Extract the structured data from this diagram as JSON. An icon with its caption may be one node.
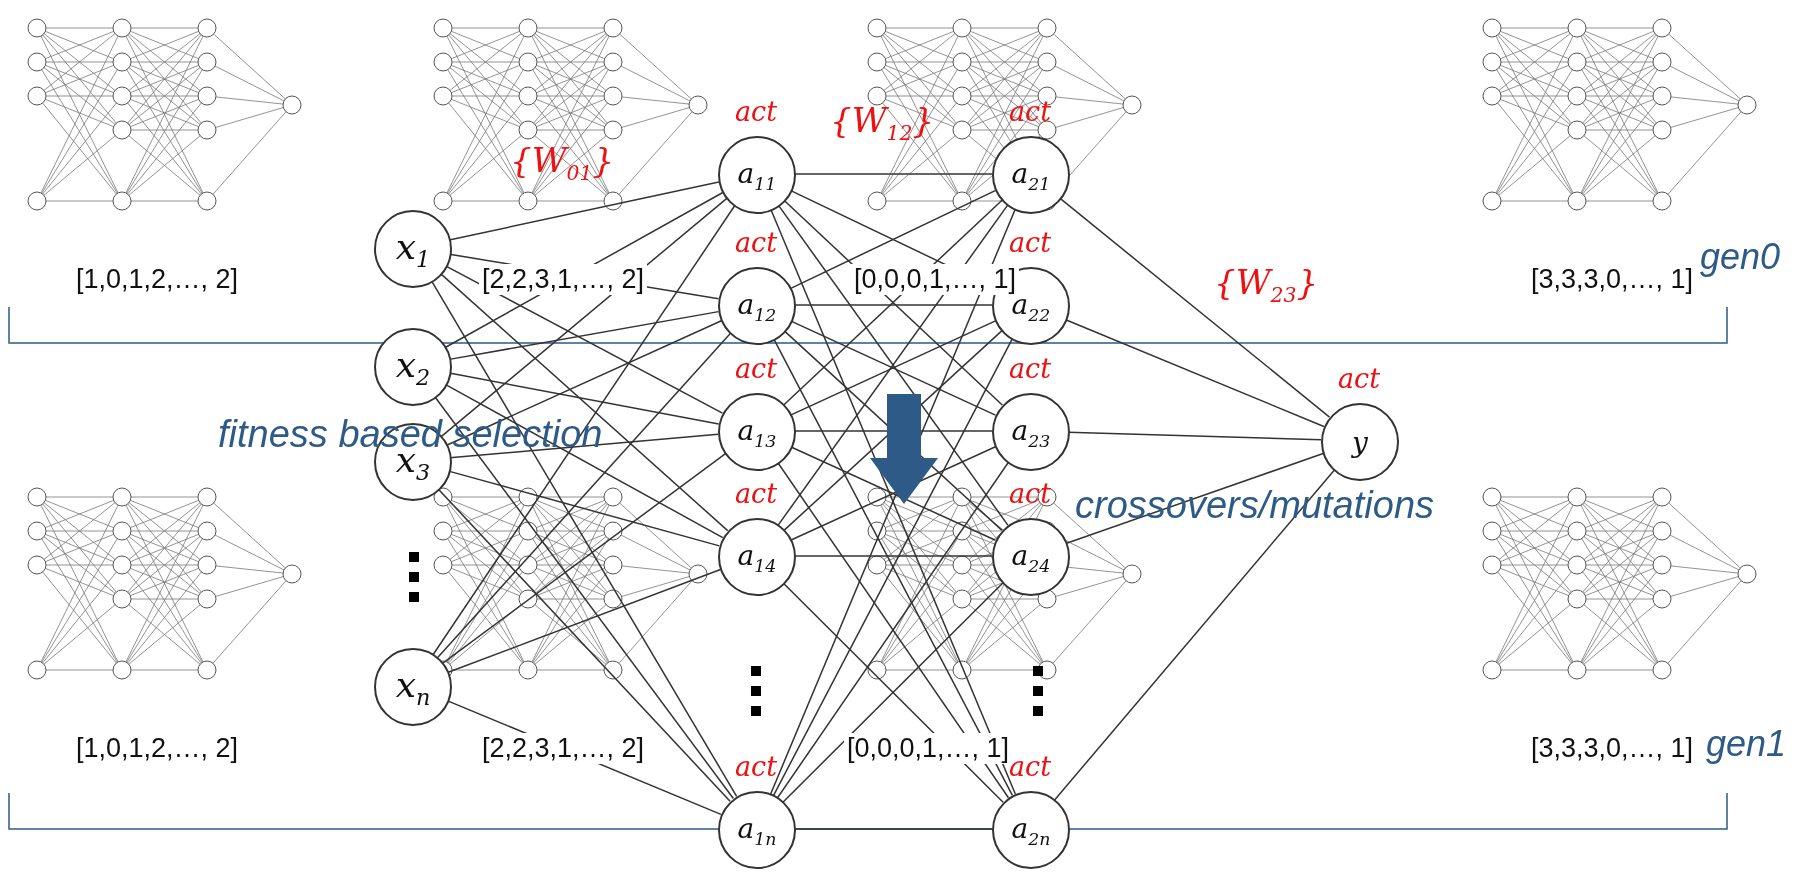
{
  "diagram": {
    "nodes": [
      {
        "text": [
          "x$_{1}$"
        ]
      },
      {
        "text": [
          "x$_{2}$"
        ]
      },
      {
        "text": [
          "x$_{3}$"
        ]
      },
      {
        "text": [
          "x$_{n}$"
        ]
      },
      {
        "text": [
          "a$_{11}$"
        ],
        "beside": [
          "act"
        ]
      },
      {
        "text": [
          "a$_{12}$"
        ],
        "beside": [
          "act"
        ]
      },
      {
        "text": [
          "a$_{13}$"
        ],
        "beside": [
          "act"
        ]
      },
      {
        "text": [
          "a$_{14}$"
        ],
        "beside": [
          "act"
        ]
      },
      {
        "text": [
          "a$_{1n}$"
        ],
        "beside": [
          "act"
        ]
      },
      {
        "text": [
          "a$_{21}$"
        ],
        "beside": [
          "act"
        ]
      },
      {
        "text": [
          "a$_{22}$"
        ],
        "beside": [
          "act"
        ]
      },
      {
        "text": [
          "a$_{23}$"
        ],
        "beside": [
          "act"
        ]
      },
      {
        "text": [
          "a$_{24}$"
        ],
        "beside": [
          "act"
        ]
      },
      {
        "text": [
          "a$_{2n}$"
        ],
        "beside": [
          "act"
        ]
      },
      {
        "text": [
          "y"
        ],
        "beside": [
          "act"
        ]
      }
    ],
    "edges": [
      {
        "from": 0,
        "to": 4,
        "arrow": "none"
      },
      {
        "from": 0,
        "to": 5,
        "arrow": "none"
      },
      {
        "from": 0,
        "to": 6,
        "arrow": "none"
      },
      {
        "from": 0,
        "to": 7,
        "arrow": "none"
      },
      {
        "from": 0,
        "to": 8,
        "arrow": "none"
      },
      {
        "from": 1,
        "to": 4,
        "arrow": "none"
      },
      {
        "from": 1,
        "to": 5,
        "arrow": "none"
      },
      {
        "from": 1,
        "to": 6,
        "arrow": "none"
      },
      {
        "from": 1,
        "to": 7,
        "arrow": "none"
      },
      {
        "from": 1,
        "to": 8,
        "arrow": "none"
      },
      {
        "from": 2,
        "to": 4,
        "arrow": "none"
      },
      {
        "from": 2,
        "to": 5,
        "arrow": "none"
      },
      {
        "from": 2,
        "to": 6,
        "arrow": "none"
      },
      {
        "from": 2,
        "to": 7,
        "arrow": "none"
      },
      {
        "from": 2,
        "to": 8,
        "arrow": "none"
      },
      {
        "from": 3,
        "to": 4,
        "arrow": "none"
      },
      {
        "from": 3,
        "to": 5,
        "arrow": "none"
      },
      {
        "from": 3,
        "to": 6,
        "arrow": "none"
      },
      {
        "from": 3,
        "to": 7,
        "arrow": "none"
      },
      {
        "from": 3,
        "to": 8,
        "arrow": "none"
      },
      {
        "from": 4,
        "to": 9,
        "arrow": "none"
      },
      {
        "from": 4,
        "to": 10,
        "arrow": "none"
      },
      {
        "from": 4,
        "to": 11,
        "arrow": "none"
      },
      {
        "from": 4,
        "to": 12,
        "arrow": "none"
      },
      {
        "from": 4,
        "to": 13,
        "arrow": "none"
      },
      {
        "from": 5,
        "to": 9,
        "arrow": "none"
      },
      {
        "from": 5,
        "to": 10,
        "arrow": "none"
      },
      {
        "from": 5,
        "to": 11,
        "arrow": "none"
      },
      {
        "from": 5,
        "to": 12,
        "arrow": "none"
      },
      {
        "from": 5,
        "to": 13,
        "arrow": "none"
      },
      {
        "from": 6,
        "to": 9,
        "arrow": "none"
      },
      {
        "from": 6,
        "to": 10,
        "arrow": "none"
      },
      {
        "from": 6,
        "to": 11,
        "arrow": "none"
      },
      {
        "from": 6,
        "to": 12,
        "arrow": "none"
      },
      {
        "from": 6,
        "to": 13,
        "arrow": "none"
      },
      {
        "from": 7,
        "to": 9,
        "arrow": "none"
      },
      {
        "from": 7,
        "to": 10,
        "arrow": "none"
      },
      {
        "from": 7,
        "to": 11,
        "arrow": "none"
      },
      {
        "from": 7,
        "to": 12,
        "arrow": "none"
      },
      {
        "from": 7,
        "to": 13,
        "arrow": "none"
      },
      {
        "from": 8,
        "to": 9,
        "arrow": "none"
      },
      {
        "from": 8,
        "to": 10,
        "arrow": "none"
      },
      {
        "from": 8,
        "to": 11,
        "arrow": "none"
      },
      {
        "from": 8,
        "to": 12,
        "arrow": "none"
      },
      {
        "from": 8,
        "to": 13,
        "arrow": "none"
      },
      {
        "from": 9,
        "to": 14,
        "arrow": "none"
      },
      {
        "from": 10,
        "to": 14,
        "arrow": "none"
      },
      {
        "from": 11,
        "to": 14,
        "arrow": "none"
      },
      {
        "from": 12,
        "to": 14,
        "arrow": "none"
      },
      {
        "from": 13,
        "to": 14,
        "arrow": "none"
      }
    ],
    "labels": [
      "{W$_{01}$}",
      "{W$_{12}$}",
      "gen0",
      "[1,0,1,2,…, 2]",
      "[2,2,3,1,…, 2]",
      "[0,0,0,1,…, 1]",
      "{W$_{23}$}",
      "[3,3,3,0,…, 1]",
      "fitness based selection",
      "crossovers/mutations",
      "[1,0,1,2,…, 2]",
      "[2,2,3,1,…, 2]",
      "[0,0,0,1,…, 1]",
      "[3,3,3,0,…, 1]",
      "gen1"
    ]
  }
}
